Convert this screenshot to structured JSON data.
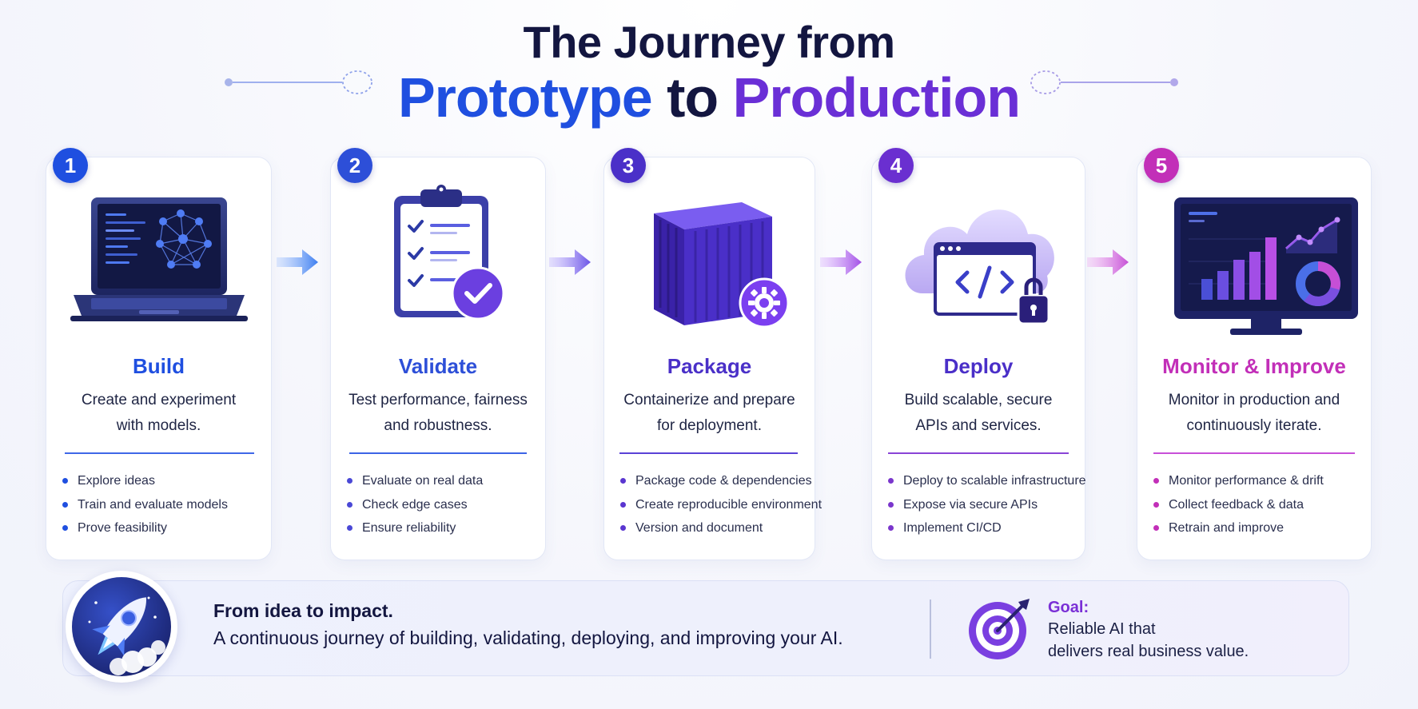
{
  "title": {
    "line1": "The Journey from",
    "line2_part1": "Prototype",
    "line2_part2": "to",
    "line2_part3": "Production"
  },
  "steps": [
    {
      "number": "1",
      "title": "Build",
      "desc_line1": "Create and experiment",
      "desc_line2": "with models.",
      "bullets": [
        "Explore ideas",
        "Train and evaluate models",
        "Prove feasibility"
      ]
    },
    {
      "number": "2",
      "title": "Validate",
      "desc_line1": "Test performance, fairness",
      "desc_line2": "and robustness.",
      "bullets": [
        "Evaluate on real data",
        "Check edge cases",
        "Ensure reliability"
      ]
    },
    {
      "number": "3",
      "title": "Package",
      "desc_line1": "Containerize and prepare",
      "desc_line2": "for deployment.",
      "bullets": [
        "Package code & dependencies",
        "Create reproducible environment",
        "Version and document"
      ]
    },
    {
      "number": "4",
      "title": "Deploy",
      "desc_line1": "Build scalable, secure",
      "desc_line2": "APIs and services.",
      "bullets": [
        "Deploy to scalable infrastructure",
        "Expose via secure APIs",
        "Implement CI/CD"
      ]
    },
    {
      "number": "5",
      "title": "Monitor & Improve",
      "desc_line1": "Monitor in production and",
      "desc_line2": "continuously iterate.",
      "bullets": [
        "Monitor performance & drift",
        "Collect feedback & data",
        "Retrain and improve"
      ]
    }
  ],
  "banner": {
    "headline": "From idea to impact.",
    "text": "A continuous journey of building, validating, deploying, and improving your AI.",
    "goal_label": "Goal:",
    "goal_line1": "Reliable AI that",
    "goal_line2": "delivers real business value."
  },
  "icons": {
    "step1": "laptop-neural-network-icon",
    "step2": "clipboard-checklist-icon",
    "step3": "container-gear-icon",
    "step4": "cloud-code-lock-icon",
    "step5": "monitor-dashboard-icon",
    "banner": "rocket-icon",
    "goal": "target-arrow-icon"
  },
  "colors": {
    "step1": "#1f4fe0",
    "step2": "#2d4fd8",
    "step3": "#4a30c8",
    "step4": "#6a2fd0",
    "step5": "#c22fb8",
    "title_blue": "#1f4fe0",
    "title_purple": "#6a2fd6"
  }
}
